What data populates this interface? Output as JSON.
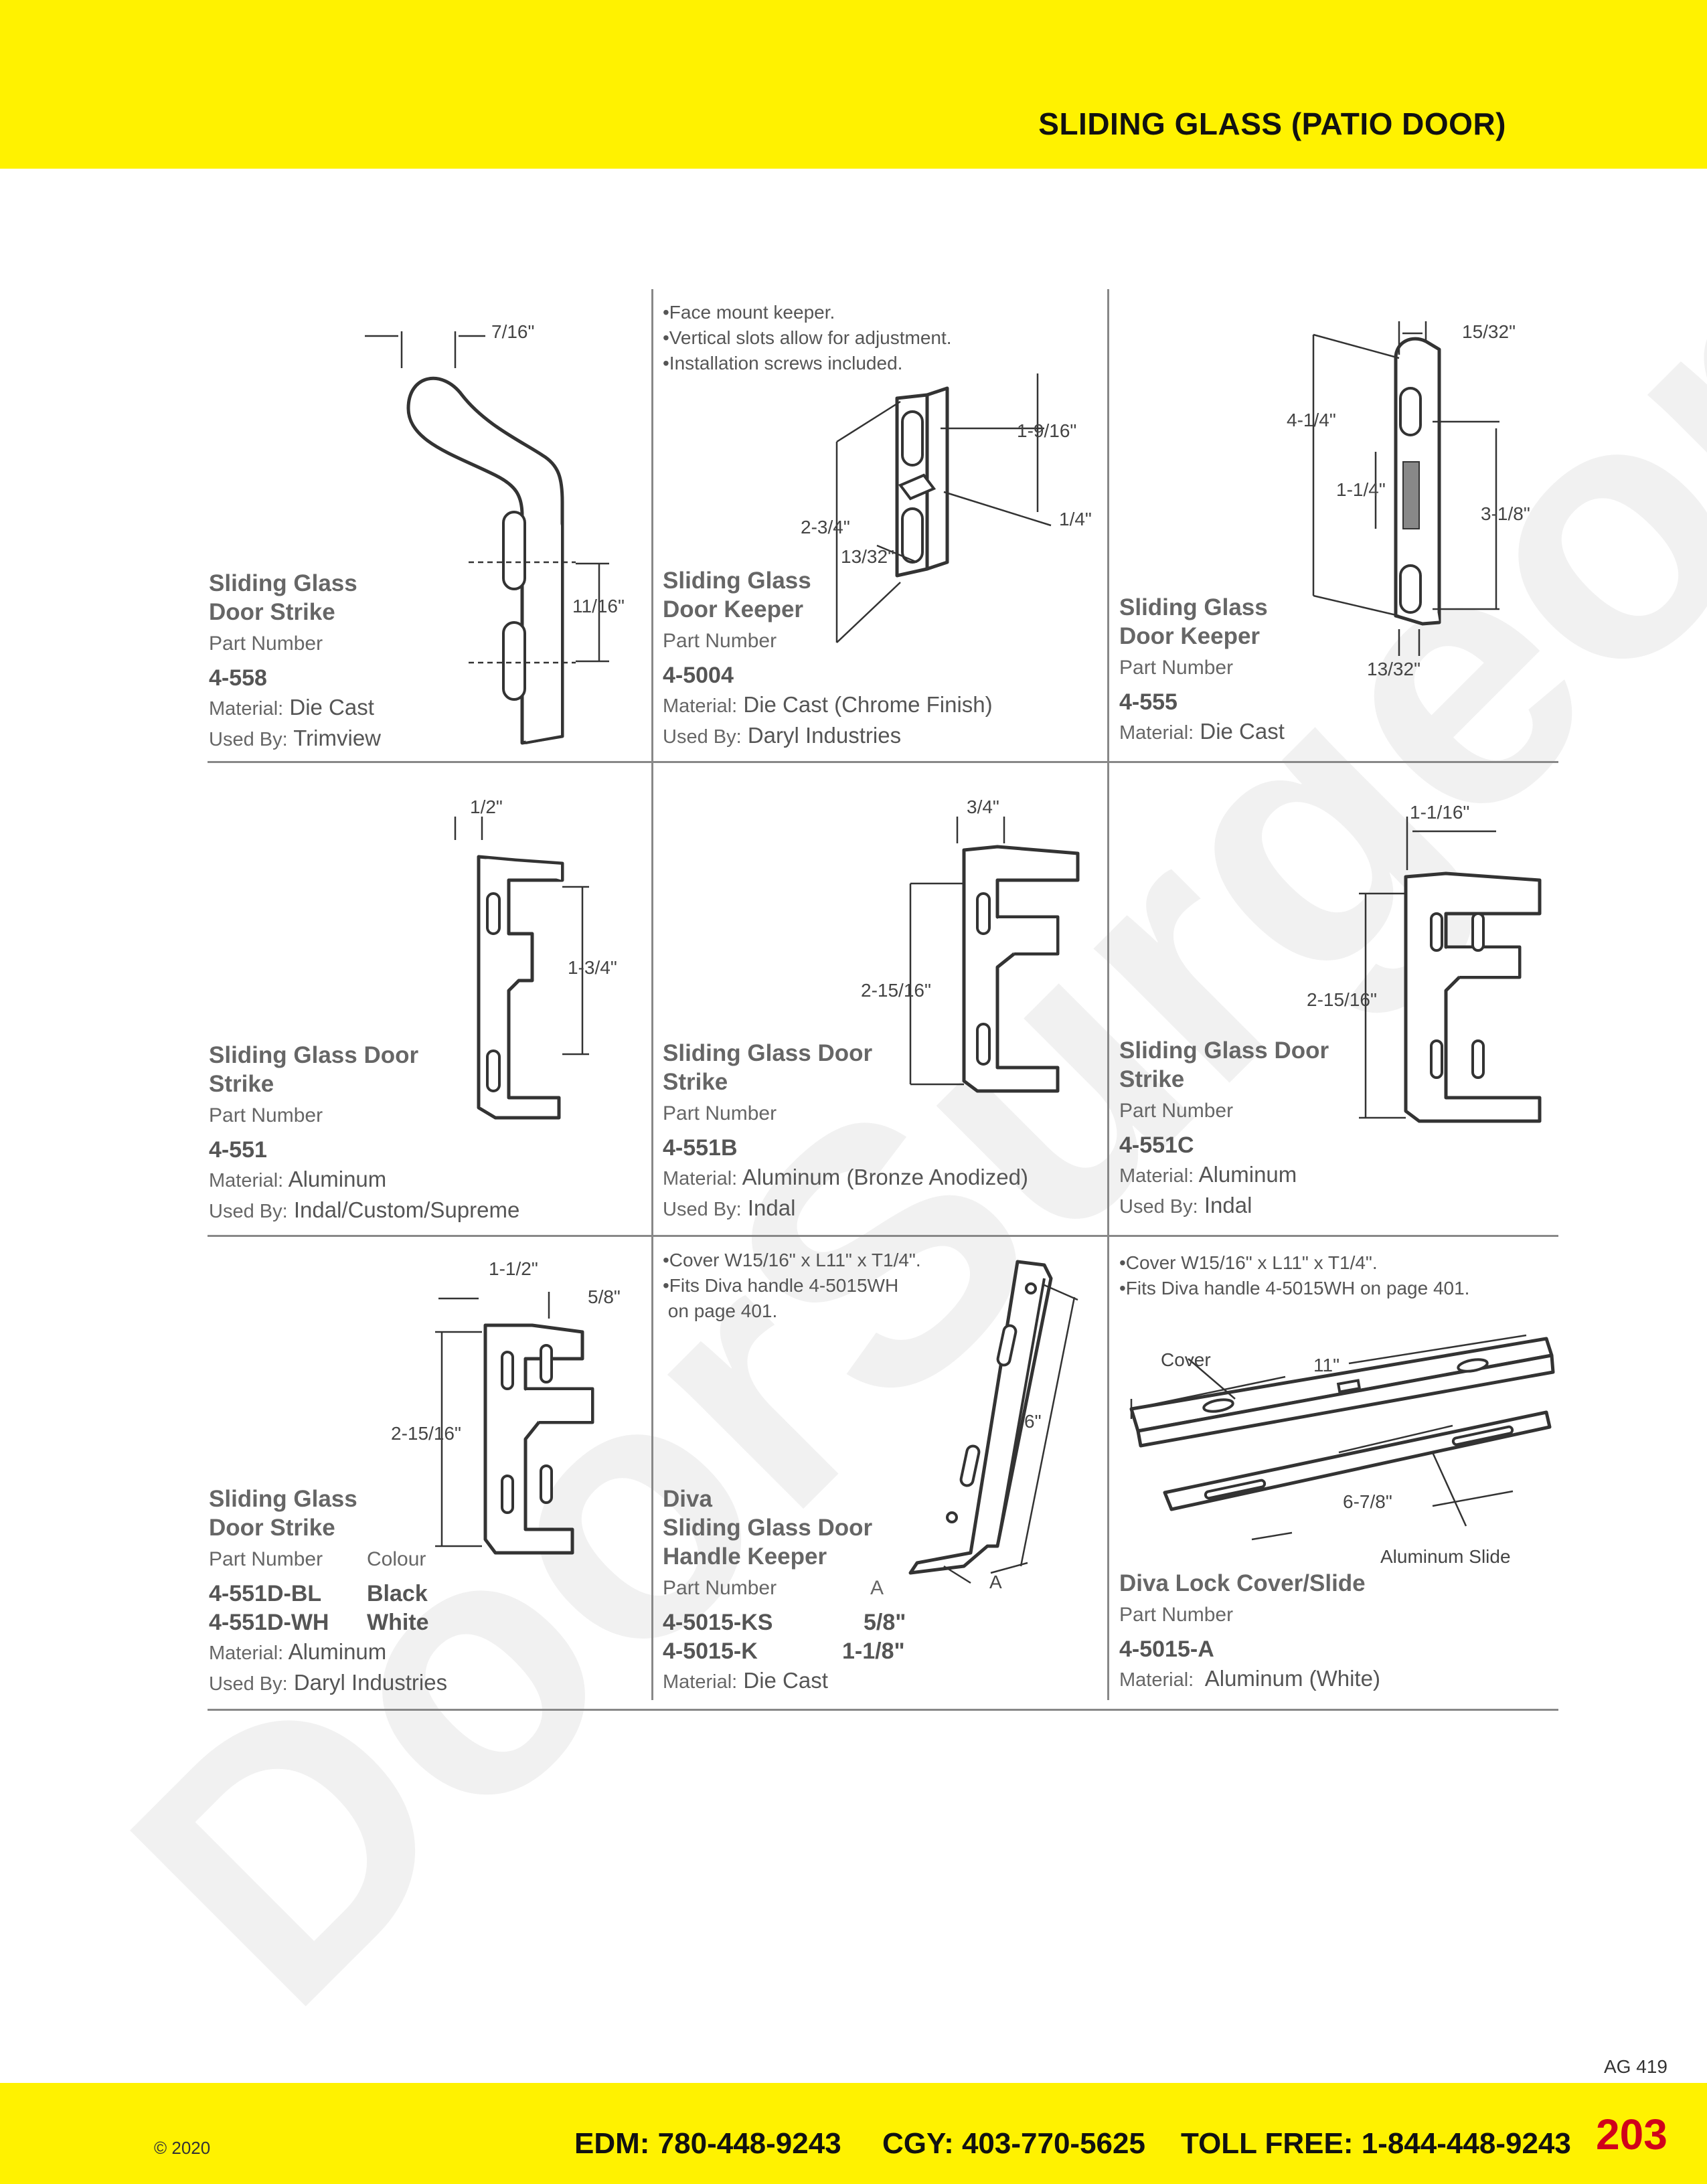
{
  "header": {
    "title": "SLIDING GLASS (PATIO DOOR)"
  },
  "watermark": "DoorSurgeon.com",
  "products": [
    {
      "title": [
        "Sliding Glass",
        "Door Strike"
      ],
      "part_label": "Part Number",
      "part": "4-558",
      "material_label": "Material:",
      "material": "Die Cast",
      "used_label": "Used By:",
      "used": "Trimview",
      "dims": [
        "7/16\"",
        "11/16\""
      ]
    },
    {
      "notes": [
        "•Face mount keeper.",
        "•Vertical slots allow for adjustment.",
        "•Installation screws included."
      ],
      "title": [
        "Sliding Glass",
        "Door Keeper"
      ],
      "part_label": "Part Number",
      "part": "4-5004",
      "material_label": "Material:",
      "material": "Die Cast (Chrome Finish)",
      "used_label": "Used By:",
      "used": "Daryl Industries",
      "dims": [
        "1-9/16\"",
        "2-3/4\"",
        "13/32\"",
        "1/4\""
      ]
    },
    {
      "title": [
        "Sliding Glass",
        "Door Keeper"
      ],
      "part_label": "Part Number",
      "part": "4-555",
      "material_label": "Material:",
      "material": "Die Cast",
      "dims": [
        "15/32\"",
        "4-1/4\"",
        "1-1/4\"",
        "3-1/8\"",
        "13/32\""
      ]
    },
    {
      "title": [
        "Sliding Glass Door",
        "Strike"
      ],
      "part_label": "Part Number",
      "part": "4-551",
      "material_label": "Material:",
      "material": "Aluminum",
      "used_label": "Used By:",
      "used": "Indal/Custom/Supreme",
      "dims": [
        "1/2\"",
        "1-3/4\""
      ]
    },
    {
      "title": [
        "Sliding Glass Door",
        "Strike"
      ],
      "part_label": "Part Number",
      "part": "4-551B",
      "material_label": "Material:",
      "material": "Aluminum (Bronze Anodized)",
      "used_label": "Used By:",
      "used": "Indal",
      "dims": [
        "3/4\"",
        "2-15/16\""
      ]
    },
    {
      "title": [
        "Sliding Glass Door",
        "Strike"
      ],
      "part_label": "Part Number",
      "part": "4-551C",
      "material_label": "Material:",
      "material": "Aluminum",
      "used_label": "Used By:",
      "used": "Indal",
      "dims": [
        "1-1/16\"",
        "2-15/16\""
      ]
    },
    {
      "title": [
        "Sliding Glass",
        "Door Strike"
      ],
      "part_label": "Part Number",
      "colour_label": "Colour",
      "variants": [
        {
          "part": "4-551D-BL",
          "colour": "Black"
        },
        {
          "part": "4-551D-WH",
          "colour": "White"
        }
      ],
      "material_label": "Material:",
      "material": "Aluminum",
      "used_label": "Used By:",
      "used": "Daryl Industries",
      "dims": [
        "1-1/2\"",
        "5/8\"",
        "2-15/16\""
      ]
    },
    {
      "notes": [
        "•Cover W15/16\" x L11\" x T1/4\".",
        "•Fits Diva handle 4-5015WH",
        " on page 401."
      ],
      "title": [
        "Diva",
        "Sliding Glass Door",
        "Handle Keeper"
      ],
      "part_label": "Part Number",
      "a_label": "A",
      "variants": [
        {
          "part": "4-5015-KS",
          "a": "5/8\""
        },
        {
          "part": "4-5015-K",
          "a": "1-1/8\""
        }
      ],
      "material_label": "Material:",
      "material": "Die Cast",
      "dims": [
        "6\"",
        "A"
      ]
    },
    {
      "notes": [
        "•Cover W15/16\" x L11\" x T1/4\".",
        "•Fits Diva handle 4-5015WH on page 401."
      ],
      "title": [
        "Diva Lock Cover/Slide"
      ],
      "part_label": "Part Number",
      "part": "4-5015-A",
      "material_label": "Material:",
      "material": " Aluminum (White)",
      "dims": [
        "Cover",
        "11\"",
        "6-7/8\"",
        "Aluminum Slide"
      ]
    }
  ],
  "footer": {
    "ag": "AG 419",
    "copyright": "© 2020",
    "edm": "EDM: 780-448-9243",
    "cgy": "CGY: 403-770-5625",
    "tollfree": "TOLL FREE: 1-844-448-9243",
    "page": "203"
  }
}
